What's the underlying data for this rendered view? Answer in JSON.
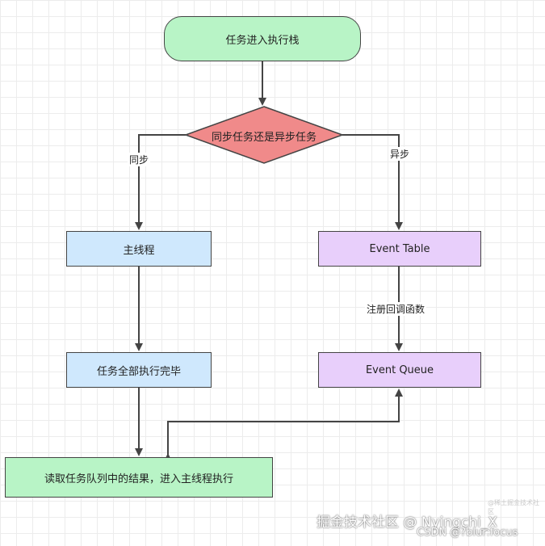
{
  "nodes": {
    "start": "任务进入执行栈",
    "decision": "同步任务还是异步任务",
    "main_thread": "主线程",
    "all_done": "任务全部执行完毕",
    "event_table": "Event Table",
    "event_queue": "Event Queue",
    "read_result": "读取任务队列中的结果，进入主线程执行"
  },
  "edge_labels": {
    "sync": "同步",
    "async": "异步",
    "register": "注册回调函数"
  },
  "watermarks": {
    "small": "@稀土掘金技术社区",
    "main": "掘金技术社区 @ Nyingchi_X",
    "csdn": "CSDN @?blur:focus"
  },
  "colors": {
    "start_end_fill": "#b8f4c6",
    "decision_fill": "#f08a8a",
    "main_fill": "#cfe8fd",
    "event_fill": "#e8cffb"
  }
}
